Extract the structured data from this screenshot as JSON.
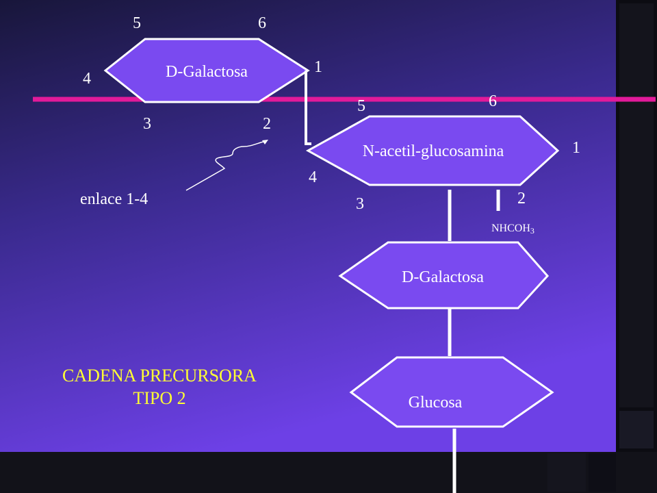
{
  "slide_title": {
    "line1": "CADENA PRECURSORA",
    "line2": "TIPO 2"
  },
  "colors": {
    "background_dark": "#0f0f17",
    "panel_gradient_top": "#16162e",
    "panel_gradient_bottom": "#6d40e6",
    "hexagon_fill": "#7a4af0",
    "hexagon_stroke": "#ffffff",
    "divider_line": "#e21a9a",
    "title_text": "#ffff33",
    "label_text": "#ffffff"
  },
  "units": {
    "galactosa_top": {
      "name": "D-Galactosa",
      "positions": {
        "p1": "1",
        "p2": "2",
        "p3": "3",
        "p4": "4",
        "p5": "5",
        "p6": "6"
      }
    },
    "nacetil": {
      "name": "N-acetil-glucosamina",
      "positions": {
        "p1": "1",
        "p2": "2",
        "p3": "3",
        "p4": "4",
        "p5": "5",
        "p6": "6"
      },
      "substituent_main": "NHCOH",
      "substituent_sub": "3"
    },
    "galactosa_mid": {
      "name": "D-Galactosa"
    },
    "glucosa": {
      "name": "Glucosa"
    }
  },
  "bond_label": "enlace 1-4"
}
